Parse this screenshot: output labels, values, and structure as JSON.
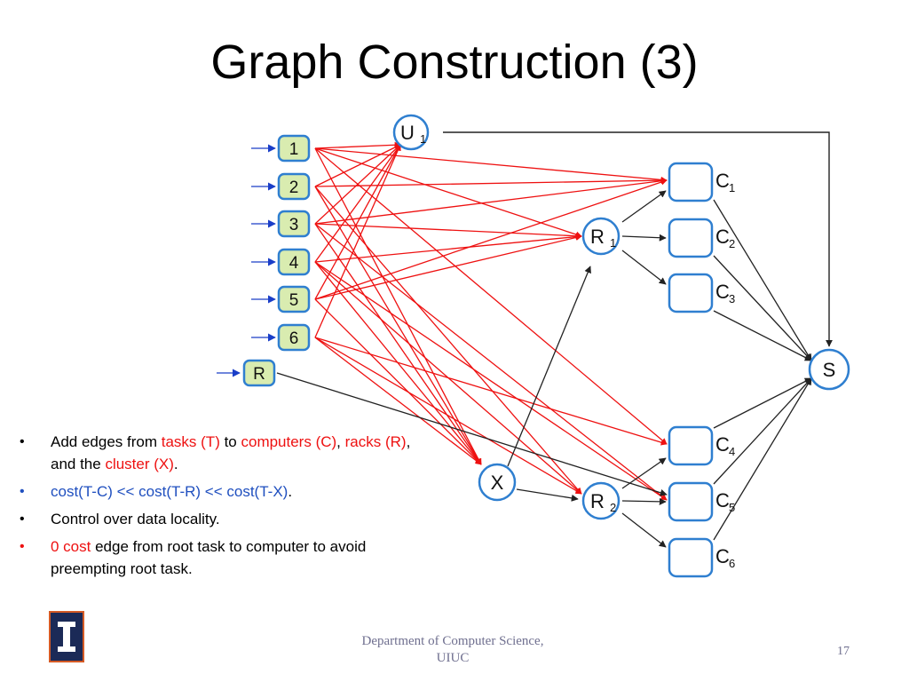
{
  "slide": {
    "title": "Graph Construction (3)",
    "page_number": "17",
    "footer": [
      "Department of Computer  Science,",
      "UIUC"
    ],
    "logo_icon": "illinois-block-i-icon"
  },
  "graph": {
    "tasks": [
      "1",
      "2",
      "3",
      "4",
      "5",
      "6"
    ],
    "root_task": "R",
    "unscheduled": {
      "main": "U",
      "sub": "1"
    },
    "cluster": "X",
    "racks": [
      {
        "main": "R",
        "sub": "1"
      },
      {
        "main": "R",
        "sub": "2"
      }
    ],
    "computers": [
      {
        "main": "C",
        "sub": "1"
      },
      {
        "main": "C",
        "sub": "2"
      },
      {
        "main": "C",
        "sub": "3"
      },
      {
        "main": "C",
        "sub": "4"
      },
      {
        "main": "C",
        "sub": "5"
      },
      {
        "main": "C",
        "sub": "6"
      }
    ],
    "sink": "S",
    "colors": {
      "task_fill": "#d9ecb0",
      "node_border": "#2f7fd0",
      "edge_red": "#ee1111",
      "edge_black": "#222222",
      "input_arrow": "#1a3ec8"
    }
  },
  "bullets": [
    {
      "color": "black",
      "parts": [
        {
          "text": "Add edges from ",
          "style": "normal"
        },
        {
          "text": "tasks (T)",
          "style": "red"
        },
        {
          "text": " to ",
          "style": "normal"
        },
        {
          "text": "computers (C)",
          "style": "red"
        },
        {
          "text": ", ",
          "style": "normal"
        },
        {
          "text": "racks (R)",
          "style": "red"
        },
        {
          "text": ",  and the ",
          "style": "normal"
        },
        {
          "text": "cluster (X)",
          "style": "red"
        },
        {
          "text": ".",
          "style": "normal"
        }
      ]
    },
    {
      "color": "blue",
      "parts": [
        {
          "text": "cost(T-C) << cost(T-R) << cost(T-X)",
          "style": "blue"
        },
        {
          "text": ".",
          "style": "normal"
        }
      ]
    },
    {
      "color": "black",
      "parts": [
        {
          "text": "Control over data locality.",
          "style": "normal"
        }
      ]
    },
    {
      "color": "red",
      "parts": [
        {
          "text": "0 cost",
          "style": "red"
        },
        {
          "text": " edge from root task to computer to avoid preempting root task.",
          "style": "normal"
        }
      ]
    }
  ]
}
